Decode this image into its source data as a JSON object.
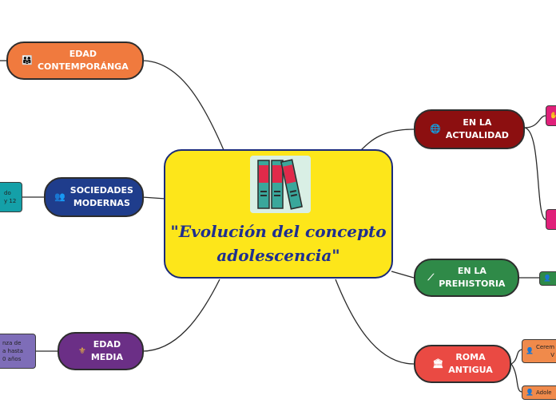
{
  "central": {
    "title_line1": "\"Evolución del concepto",
    "title_line2": "adolescencia\"",
    "icon": "binders-icon",
    "color": "#fde61a",
    "border_color": "#1a2a7a",
    "text_color": "#1f2f8f"
  },
  "branches": {
    "contemporanea": {
      "line1": "EDAD",
      "line2": "CONTEMPORÁNGA",
      "icon": "family-icon",
      "color": "#f07a3e"
    },
    "modernas": {
      "line1": "SOCIEDADES",
      "line2": "MODERNAS",
      "icon": "people-icon",
      "color": "#1f3d8c"
    },
    "media": {
      "line1": "EDAD",
      "line2": "MEDIA",
      "icon": "fleur-de-lis-icon",
      "color": "#6b2f86"
    },
    "actualidad": {
      "line1": "EN LA",
      "line2": "ACTUALIDAD",
      "icon": "globe-laptop-icon",
      "color": "#8c0f10"
    },
    "prehistoria": {
      "line1": "EN LA",
      "line2": "PREHISTORIA",
      "icon": "spear-icon",
      "color": "#2f8a48"
    },
    "roma": {
      "line1": "ROMA",
      "line2": "ANTIGUA",
      "icon": "temple-icon",
      "color": "#ea4a43"
    }
  },
  "leaves": {
    "modernas_leaf": {
      "line1": "do",
      "line2": "y 12",
      "color": "#14a0a8"
    },
    "media_leaf": {
      "line1": "nza de",
      "line2": "a hasta",
      "line3": "0 años",
      "color": "#7e6db8"
    },
    "actualidad_leaf1": {
      "color": "#e0207a"
    },
    "actualidad_leaf2": {
      "color": "#e0207a"
    },
    "prehistoria_leaf": {
      "color": "#2f8a48"
    },
    "roma_leaf1": {
      "line1": "Cerem",
      "line2": "V",
      "icon": "person-icon",
      "color": "#f08a4b"
    },
    "roma_leaf2": {
      "line1": "Adole",
      "icon": "person-icon",
      "color": "#f08a4b"
    }
  }
}
